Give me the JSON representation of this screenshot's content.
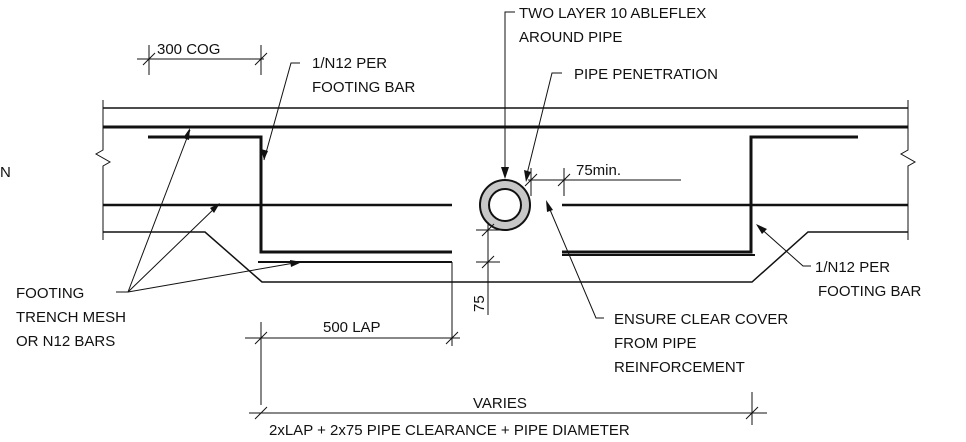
{
  "labels": {
    "spacing": "300 COG",
    "bar_top_line1": "1/N12 PER",
    "bar_top_line2": "FOOTING BAR",
    "ableflex_line1": "TWO LAYER 10 ABLEFLEX",
    "ableflex_line2": "AROUND PIPE",
    "pipe": "PIPE PENETRATION",
    "clearance": "75min.",
    "edge_text": "N",
    "cover": "75",
    "bar_right_line1": "1/N12 PER",
    "bar_right_line2": "FOOTING BAR",
    "mesh_line1": "FOOTING",
    "mesh_line2": "TRENCH MESH",
    "mesh_line3": "OR N12 BARS",
    "lap": "500 LAP",
    "ensure_line1": "ENSURE CLEAR COVER",
    "ensure_line2": "FROM PIPE",
    "ensure_line3": "REINFORCEMENT",
    "varies": "VARIES",
    "formula": "2xLAP + 2x75 PIPE CLEARANCE + PIPE DIAMETER"
  },
  "colors": {
    "ink": "#111111",
    "pipe_fill": "#c8c8c8"
  }
}
